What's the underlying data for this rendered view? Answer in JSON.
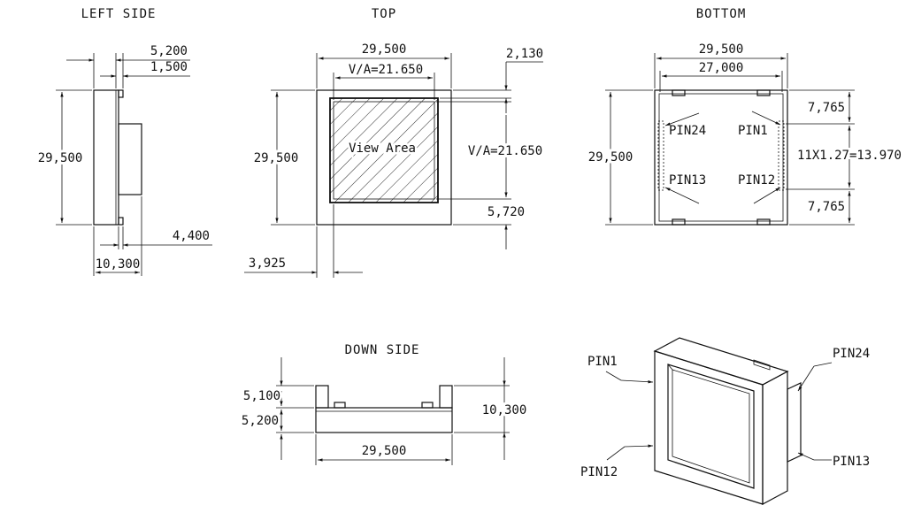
{
  "views": {
    "left_side": {
      "title": "LEFT SIDE",
      "dim_top_1": "5,200",
      "dim_top_2": "1,500",
      "dim_height": "29,500",
      "dim_right": "4,400",
      "dim_bottom": "10,300"
    },
    "top": {
      "title": "TOP",
      "dim_width": "29,500",
      "dim_va_h": "V/A=21.650",
      "dim_right_top": "2,130",
      "dim_height": "29,500",
      "dim_va_v": "V/A=21.650",
      "dim_right_bottom": "5,720",
      "dim_left_bottom": "3,925",
      "view_area_label": "View Area"
    },
    "bottom": {
      "title": "BOTTOM",
      "dim_width_outer": "29,500",
      "dim_width_inner": "27,000",
      "dim_height": "29,500",
      "dim_right_top": "7,765",
      "dim_pitch": "11X1.27=13.970",
      "dim_right_bottom": "7,765",
      "pin24": "PIN24",
      "pin1": "PIN1",
      "pin13": "PIN13",
      "pin12": "PIN12"
    },
    "down_side": {
      "title": "DOWN SIDE",
      "dim_left_top": "5,100",
      "dim_left_bottom": "5,200",
      "dim_right": "10,300",
      "dim_width": "29,500"
    },
    "iso": {
      "pin1": "PIN1",
      "pin24": "PIN24",
      "pin12": "PIN12",
      "pin13": "PIN13"
    }
  }
}
